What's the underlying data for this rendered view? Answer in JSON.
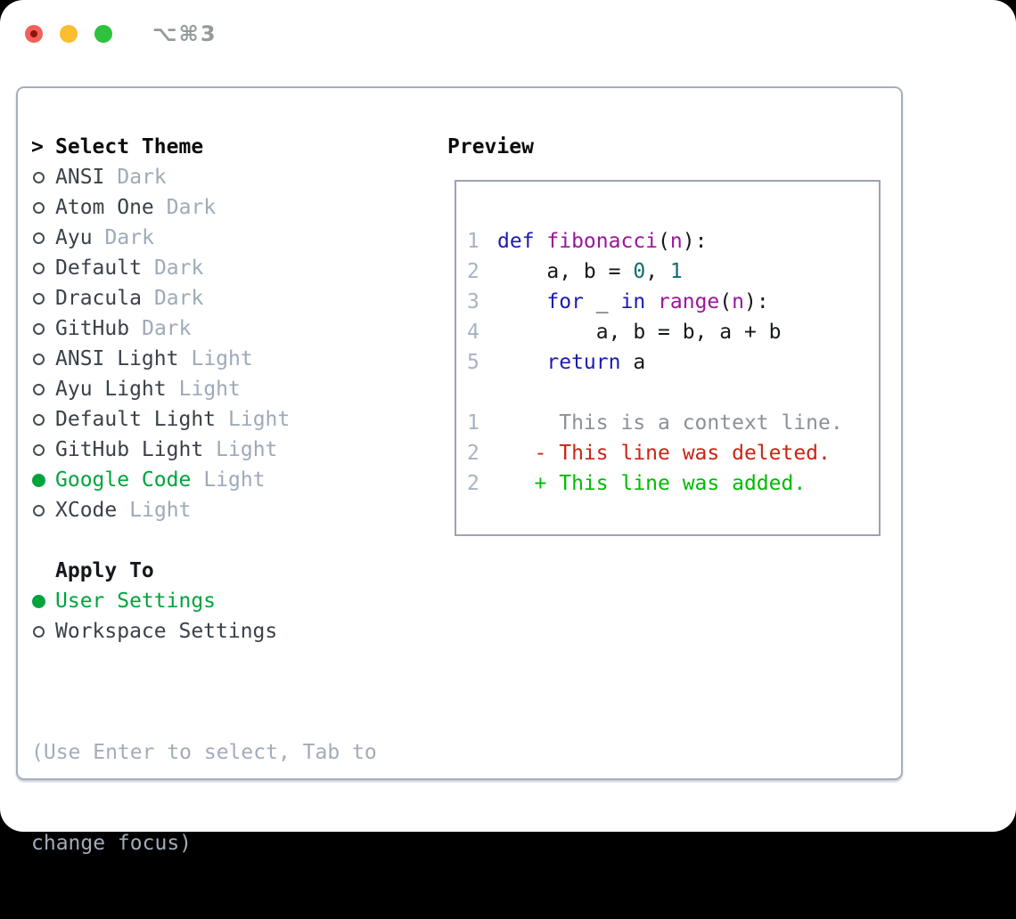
{
  "window": {
    "title": "⌥⌘3"
  },
  "theme_selector": {
    "pointer": ">",
    "header": "Select Theme",
    "themes": [
      {
        "name": "ANSI",
        "variant": "Dark",
        "selected": false
      },
      {
        "name": "Atom One",
        "variant": "Dark",
        "selected": false
      },
      {
        "name": "Ayu",
        "variant": "Dark",
        "selected": false
      },
      {
        "name": "Default",
        "variant": "Dark",
        "selected": false
      },
      {
        "name": "Dracula",
        "variant": "Dark",
        "selected": false
      },
      {
        "name": "GitHub",
        "variant": "Dark",
        "selected": false
      },
      {
        "name": "ANSI Light",
        "variant": "Light",
        "selected": false
      },
      {
        "name": "Ayu Light",
        "variant": "Light",
        "selected": false
      },
      {
        "name": "Default Light",
        "variant": "Light",
        "selected": false
      },
      {
        "name": "GitHub Light",
        "variant": "Light",
        "selected": false
      },
      {
        "name": "Google Code",
        "variant": "Light",
        "selected": true
      },
      {
        "name": "XCode",
        "variant": "Light",
        "selected": false
      }
    ]
  },
  "apply_to": {
    "header": "Apply To",
    "options": [
      {
        "label": "User Settings",
        "selected": true
      },
      {
        "label": "Workspace Settings",
        "selected": false
      }
    ]
  },
  "help": {
    "line1": "(Use Enter to select, Tab to",
    "line2": "change focus)"
  },
  "preview": {
    "header": "Preview",
    "code_lines": [
      {
        "num": "1",
        "tokens": [
          {
            "text": "def ",
            "color": "keyword"
          },
          {
            "text": "fibonacci",
            "color": "function"
          },
          {
            "text": "(",
            "color": "plain"
          },
          {
            "text": "n",
            "color": "function"
          },
          {
            "text": "):",
            "color": "plain"
          }
        ]
      },
      {
        "num": "2",
        "tokens": [
          {
            "text": "    a, b = ",
            "color": "plain"
          },
          {
            "text": "0",
            "color": "number"
          },
          {
            "text": ", ",
            "color": "plain"
          },
          {
            "text": "1",
            "color": "number"
          }
        ]
      },
      {
        "num": "3",
        "tokens": [
          {
            "text": "    ",
            "color": "plain"
          },
          {
            "text": "for",
            "color": "keyword"
          },
          {
            "text": " _ ",
            "color": "plain"
          },
          {
            "text": "in",
            "color": "keyword"
          },
          {
            "text": " ",
            "color": "plain"
          },
          {
            "text": "range",
            "color": "function"
          },
          {
            "text": "(",
            "color": "plain"
          },
          {
            "text": "n",
            "color": "function"
          },
          {
            "text": "):",
            "color": "plain"
          }
        ]
      },
      {
        "num": "4",
        "tokens": [
          {
            "text": "        a, b = b, a + b",
            "color": "plain"
          }
        ]
      },
      {
        "num": "5",
        "tokens": [
          {
            "text": "    ",
            "color": "plain"
          },
          {
            "text": "return",
            "color": "keyword"
          },
          {
            "text": " a",
            "color": "plain"
          }
        ]
      }
    ],
    "diff_lines": [
      {
        "num": "1",
        "text": "     This is a context line.",
        "type": "context"
      },
      {
        "num": "2",
        "text": "   - This line was deleted.",
        "type": "deleted"
      },
      {
        "num": "2",
        "text": "   + This line was added.",
        "type": "added"
      }
    ]
  },
  "colors": {
    "keyword": "#1b1bb3",
    "function": "#9b169b",
    "number": "#0d6d6d",
    "plain": "#15181c",
    "context": "#8b9198",
    "deleted": "#cc2413",
    "added": "#00bb00",
    "line_number": "#a7b3c2",
    "selected_green": "#00a43c",
    "item_text": "#3a414a",
    "variant_text": "#9daab8",
    "help_text": "#a2acb9"
  }
}
